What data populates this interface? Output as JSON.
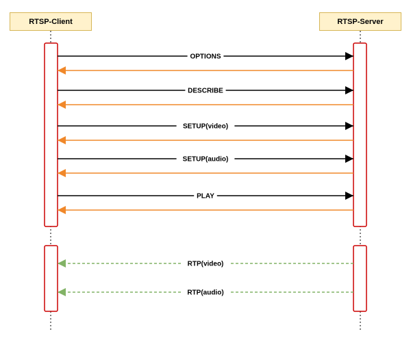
{
  "participants": {
    "client": "RTSP-Client",
    "server": "RTSP-Server"
  },
  "messages": [
    {
      "label": "OPTIONS",
      "direction": "request",
      "response": true
    },
    {
      "label": "DESCRIBE",
      "direction": "request",
      "response": true
    },
    {
      "label": "SETUP(video)",
      "direction": "request",
      "response": true
    },
    {
      "label": "SETUP(audio)",
      "direction": "request",
      "response": true
    },
    {
      "label": "PLAY",
      "direction": "request",
      "response": true
    }
  ],
  "stream": [
    {
      "label": "RTP(video)",
      "direction": "server-to-client",
      "style": "dashed"
    },
    {
      "label": "RTP(audio)",
      "direction": "server-to-client",
      "style": "dashed"
    }
  ],
  "colors": {
    "request": "#000000",
    "response": "#f0882a",
    "stream": "#82b366",
    "activation_border": "#cc0000",
    "participant_fill": "#fff2cc",
    "participant_border": "#d6b656"
  }
}
